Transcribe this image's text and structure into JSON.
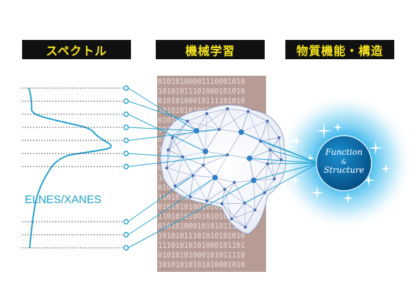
{
  "headers": {
    "spectrum": "スペクトル",
    "machine_learning": "機械学習",
    "properties": "物質機能・構造"
  },
  "spectrum": {
    "label": "ELNES/XANES"
  },
  "binary_rows": [
    "01010100001110001010",
    "10101011101000101010",
    "01010100010111101010",
    "10101010100110101001",
    "01010110110011101010",
    "10101010101010001010",
    "01110101010101100111",
    "11010101000101010110",
    "10101011010011100101",
    "01010101101010101101",
    "10101101010101110101",
    "01010111111101010101",
    "11010100100110101111",
    "01010101001010101010",
    "11010101001010101010",
    "01010100010101011110",
    "10101011101010101010",
    "11101010101000101101",
    "01010101000101011110",
    "10101010101010001010"
  ],
  "output": {
    "line1": "Function",
    "amp": "&",
    "line2": "Structure"
  },
  "colors": {
    "header_bg": "#111111",
    "header_text": "#f5e21a",
    "spectrum_line": "#1c9fd0",
    "dotted": "#222222",
    "node": "#2f7fc8",
    "mesh": "#7a8fc0",
    "binary_bg": "#b79b95",
    "glow": "#1aa8e0",
    "orb": "#0b6fa8"
  }
}
